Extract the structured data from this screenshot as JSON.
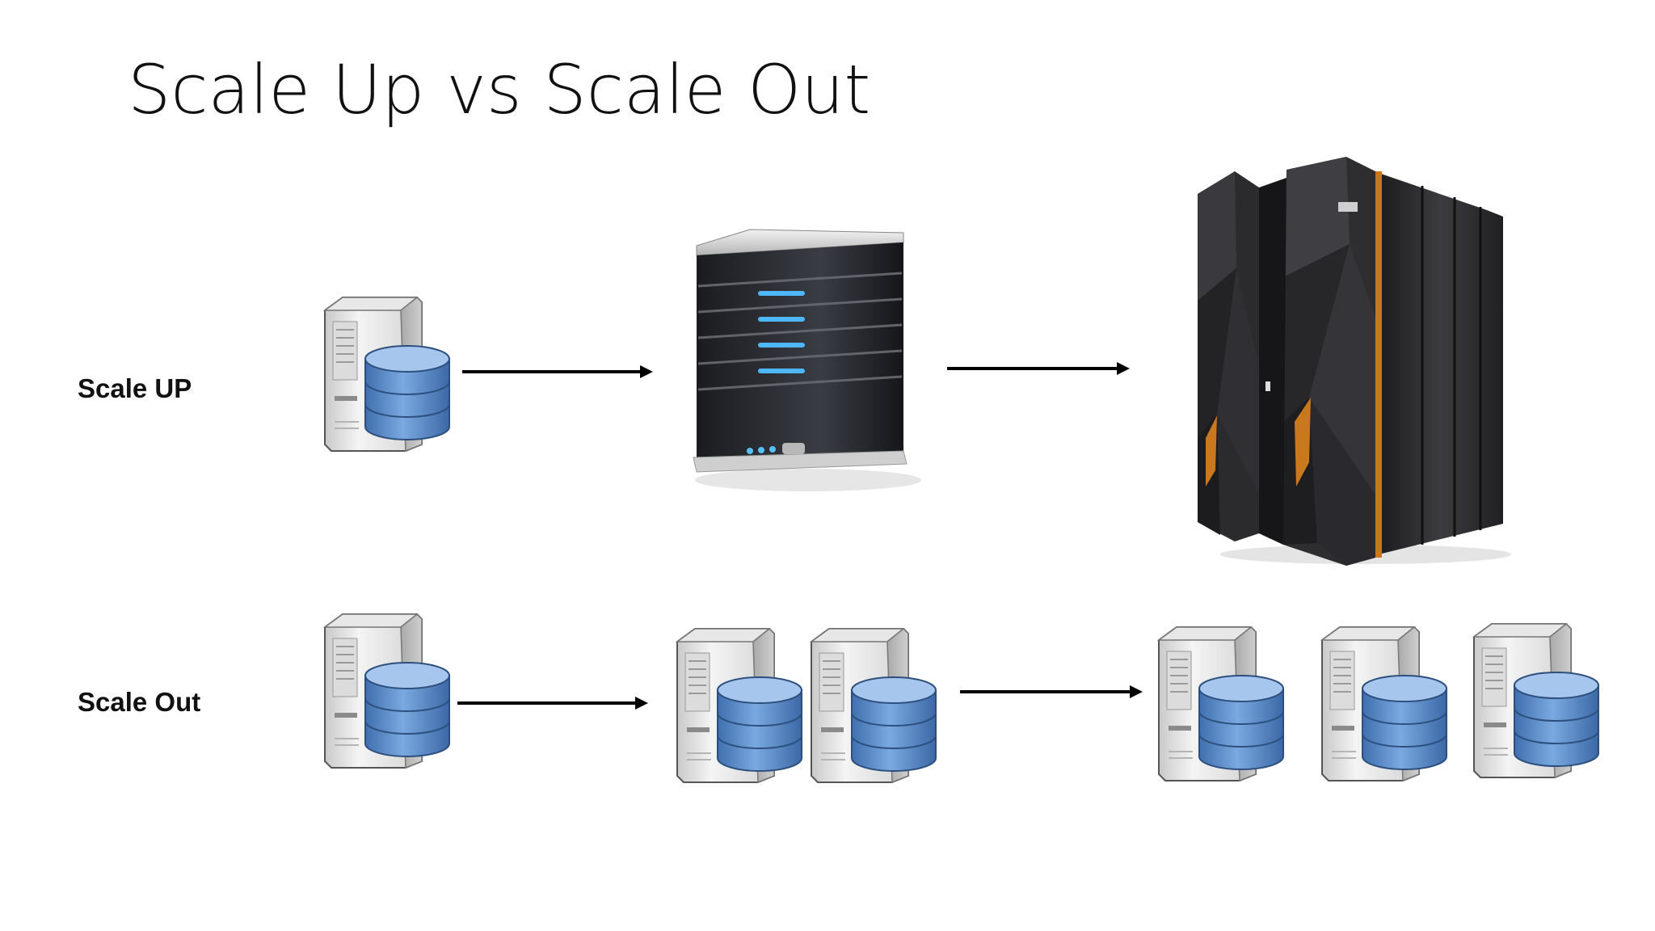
{
  "title": "Scale Up vs Scale Out",
  "rows": {
    "scale_up": {
      "label": "Scale UP",
      "stages": [
        {
          "icon": "db-server-icon",
          "count": 1
        },
        {
          "icon": "tower-server-icon",
          "count": 1
        },
        {
          "icon": "mainframe-icon",
          "count": 1
        }
      ]
    },
    "scale_out": {
      "label": "Scale Out",
      "stages": [
        {
          "icon": "db-server-icon",
          "count": 1
        },
        {
          "icon": "db-server-icon",
          "count": 2
        },
        {
          "icon": "db-server-icon",
          "count": 3
        }
      ]
    }
  },
  "colors": {
    "db_blue": "#5b8fd0",
    "mainframe_dark": "#2a2a2c",
    "mainframe_orange": "#c9781e",
    "server_led": "#4fb7ff"
  }
}
